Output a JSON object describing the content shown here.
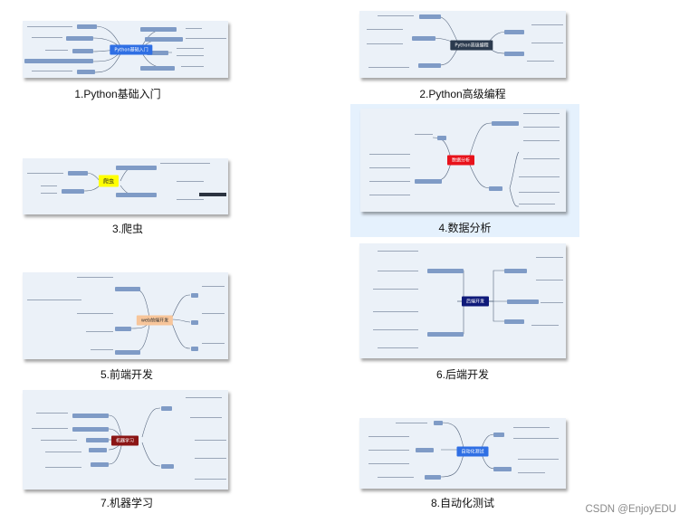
{
  "items": [
    {
      "index": 1,
      "caption": "1.Python基础入门",
      "center": "Python基础入门",
      "center_color": "#2f6fe4",
      "center_text_color": "#ffffff",
      "highlighted": false
    },
    {
      "index": 2,
      "caption": "2.Python高级编程",
      "center": "Python高级编程",
      "center_color": "#2b3a4e",
      "center_text_color": "#ffffff",
      "highlighted": false
    },
    {
      "index": 3,
      "caption": "3.爬虫",
      "center": "爬虫",
      "center_color": "#ffff00",
      "center_text_color": "#222222",
      "highlighted": false
    },
    {
      "index": 4,
      "caption": "4.数据分析",
      "center": "数据分析",
      "center_color": "#e8121b",
      "center_text_color": "#ffffff",
      "highlighted": true
    },
    {
      "index": 5,
      "caption": "5.前端开发",
      "center": "web前端开发",
      "center_color": "#f7c59a",
      "center_text_color": "#333333",
      "highlighted": false
    },
    {
      "index": 6,
      "caption": "6.后端开发",
      "center": "后端开发",
      "center_color": "#0f1a7a",
      "center_text_color": "#ffffff",
      "highlighted": false
    },
    {
      "index": 7,
      "caption": "7.机器学习",
      "center": "机器学习",
      "center_color": "#8b1515",
      "center_text_color": "#ffffff",
      "highlighted": false
    },
    {
      "index": 8,
      "caption": "8.自动化测试",
      "center": "自动化测试",
      "center_color": "#2f6fe4",
      "center_text_color": "#ffffff",
      "highlighted": false
    }
  ],
  "watermark": "CSDN @EnjoyEDU",
  "colors": {
    "card_bg": "#ebf1f8",
    "highlight_bg": "#e5f1fd",
    "branch": "#7f9bc6"
  }
}
